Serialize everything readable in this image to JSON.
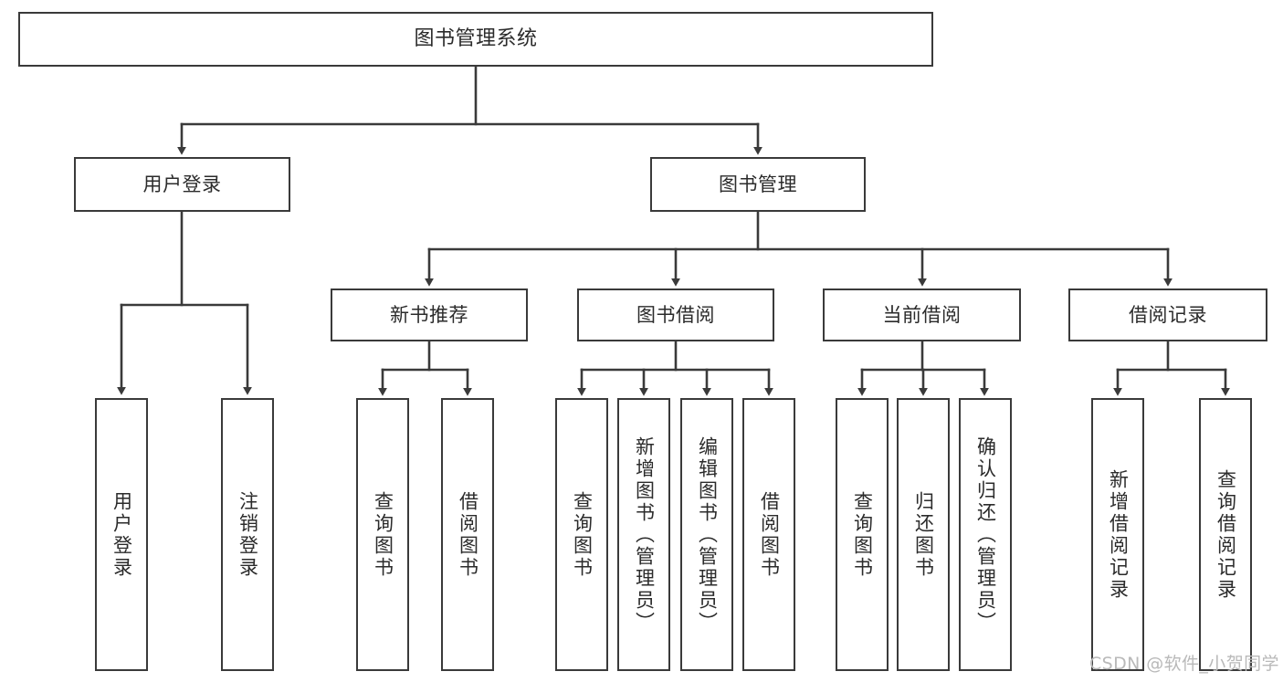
{
  "diagram": {
    "type": "hierarchy-tree",
    "title": "图书管理系统",
    "watermark": "CSDN @软件_小贺同学",
    "colors": {
      "box_border": "#3a3a3a",
      "box_fill": "#ffffff",
      "connector": "#3a3a3a",
      "text": "#2b2b2b",
      "watermark": "#b9b9b9",
      "background": "#ffffff"
    },
    "levels": {
      "root": "图书管理系统",
      "level2": [
        "用户登录",
        "图书管理"
      ],
      "level3": [
        "新书推荐",
        "图书借阅",
        "当前借阅",
        "借阅记录"
      ]
    },
    "nodes": {
      "root": {
        "label": "图书管理系统"
      },
      "user_login": {
        "label": "用户登录"
      },
      "book_manage": {
        "label": "图书管理"
      },
      "new_book_rec": {
        "label": "新书推荐"
      },
      "book_borrow": {
        "label": "图书借阅"
      },
      "current_borrow": {
        "label": "当前借阅"
      },
      "borrow_record": {
        "label": "借阅记录"
      },
      "leaf_user_login": {
        "label": "用户登录"
      },
      "leaf_logout": {
        "label": "注销登录"
      },
      "leaf_query_book_1": {
        "label": "查询图书"
      },
      "leaf_borrow_book_1": {
        "label": "借阅图书"
      },
      "leaf_query_book_2": {
        "label": "查询图书"
      },
      "leaf_add_book": {
        "label": "新增图书（管理员）"
      },
      "leaf_edit_book": {
        "label": "编辑图书（管理员）"
      },
      "leaf_borrow_book_2": {
        "label": "借阅图书"
      },
      "leaf_query_book_3": {
        "label": "查询图书"
      },
      "leaf_return_book": {
        "label": "归还图书"
      },
      "leaf_confirm_return": {
        "label": "确认归还（管理员）"
      },
      "leaf_add_record": {
        "label": "新增借阅记录"
      },
      "leaf_query_record": {
        "label": "查询借阅记录"
      }
    },
    "edges": [
      {
        "from": "root",
        "to": "user_login"
      },
      {
        "from": "root",
        "to": "book_manage"
      },
      {
        "from": "user_login",
        "to": "leaf_user_login"
      },
      {
        "from": "user_login",
        "to": "leaf_logout"
      },
      {
        "from": "book_manage",
        "to": "new_book_rec"
      },
      {
        "from": "book_manage",
        "to": "book_borrow"
      },
      {
        "from": "book_manage",
        "to": "current_borrow"
      },
      {
        "from": "book_manage",
        "to": "borrow_record"
      },
      {
        "from": "new_book_rec",
        "to": "leaf_query_book_1"
      },
      {
        "from": "new_book_rec",
        "to": "leaf_borrow_book_1"
      },
      {
        "from": "book_borrow",
        "to": "leaf_query_book_2"
      },
      {
        "from": "book_borrow",
        "to": "leaf_add_book"
      },
      {
        "from": "book_borrow",
        "to": "leaf_edit_book"
      },
      {
        "from": "book_borrow",
        "to": "leaf_borrow_book_2"
      },
      {
        "from": "current_borrow",
        "to": "leaf_query_book_3"
      },
      {
        "from": "current_borrow",
        "to": "leaf_return_book"
      },
      {
        "from": "current_borrow",
        "to": "leaf_confirm_return"
      },
      {
        "from": "borrow_record",
        "to": "leaf_add_record"
      },
      {
        "from": "borrow_record",
        "to": "leaf_query_record"
      }
    ]
  }
}
